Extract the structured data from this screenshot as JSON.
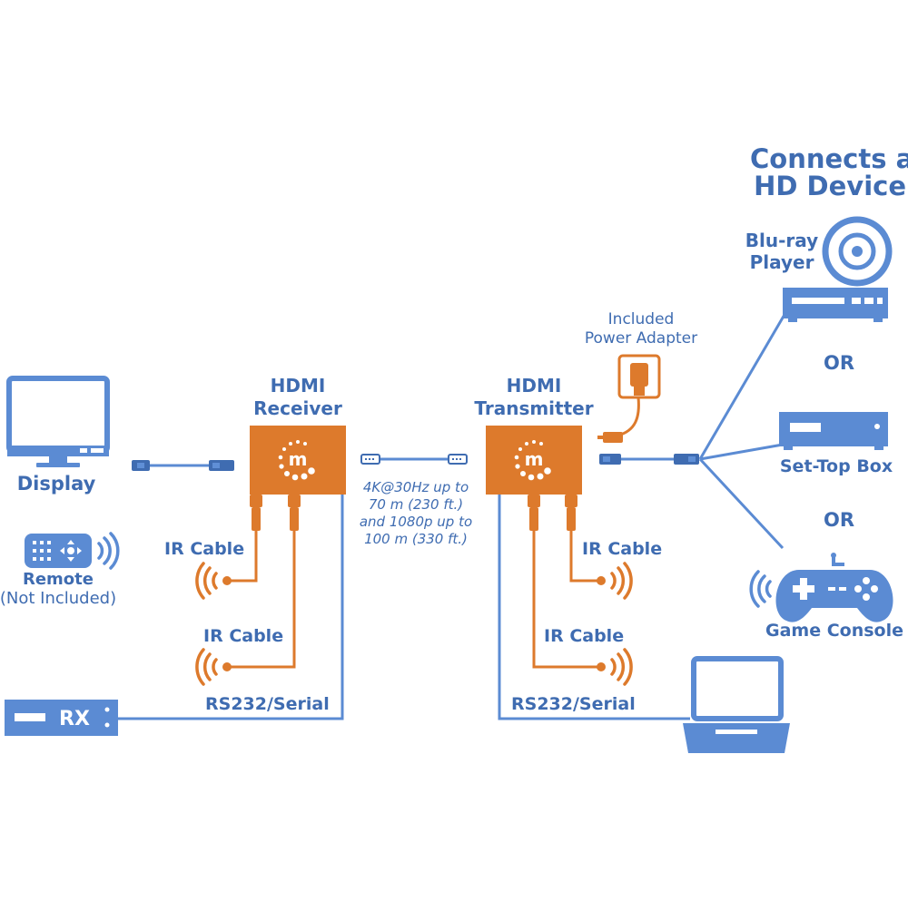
{
  "colors": {
    "blue": "#3f6cb1",
    "blue_light": "#5f8fd6",
    "orange": "#dd7a2c",
    "white": "#ffffff"
  },
  "heading": {
    "line1": "Connects a",
    "line2": "HD Device"
  },
  "devices": {
    "display": {
      "label": "Display",
      "icon": "monitor-icon"
    },
    "remote": {
      "label": "Remote",
      "sublabel": "(Not Included)",
      "icon": "remote-icon"
    },
    "rx": {
      "label": "RX",
      "icon": "rx-box-icon"
    },
    "bluray": {
      "line1": "Blu-ray",
      "line2": "Player",
      "icon": "bluray-player-icon"
    },
    "settop": {
      "label": "Set-Top Box",
      "icon": "set-top-box-icon"
    },
    "console": {
      "label": "Game Console",
      "icon": "gamepad-icon"
    },
    "laptop": {
      "icon": "laptop-icon"
    }
  },
  "or_labels": [
    "OR",
    "OR"
  ],
  "receiver": {
    "line1": "HDMI",
    "line2": "Receiver",
    "logo": "m"
  },
  "transmitter": {
    "line1": "HDMI",
    "line2": "Transmitter",
    "logo": "m"
  },
  "power_adapter": {
    "line1": "Included",
    "line2": "Power Adapter"
  },
  "cable_note": {
    "line1": "4K@30Hz up to",
    "line2": "70 m (230 ft.)",
    "line3": "and 1080p up to",
    "line4": "100 m (330 ft.)"
  },
  "cables": {
    "rx_ir_top": "IR Cable",
    "rx_ir_bottom": "IR Cable",
    "rx_serial": "RS232/Serial",
    "tx_ir_top": "IR Cable",
    "tx_ir_bottom": "IR Cable",
    "tx_serial": "RS232/Serial"
  }
}
